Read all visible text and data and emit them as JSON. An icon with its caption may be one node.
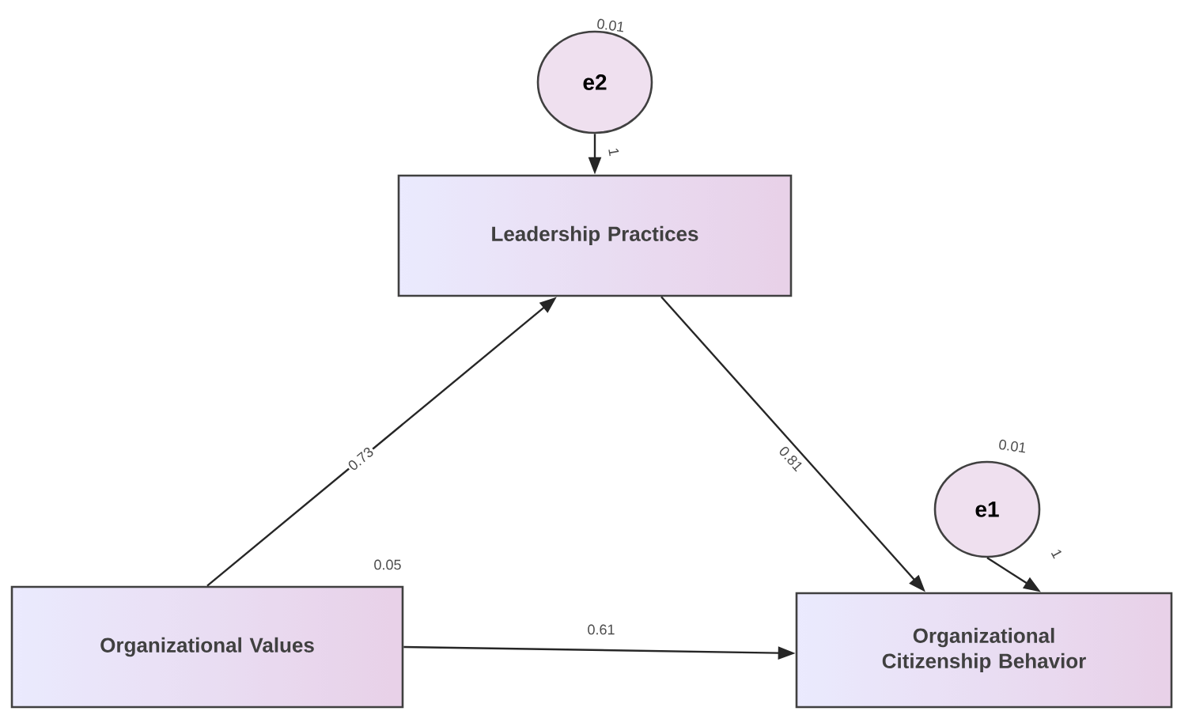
{
  "diagram": {
    "nodes": [
      {
        "text": [
          "e2"
        ],
        "beside": [
          "0.01"
        ]
      },
      {
        "text": [
          "Leadership Practices"
        ]
      },
      {
        "text": [
          "e1"
        ],
        "beside": [
          "0.01"
        ]
      },
      {
        "text": [
          "Organizational Values"
        ],
        "beside": [
          "0.05"
        ]
      },
      {
        "text": [
          "Organizational Citizenship Behavior"
        ]
      }
    ],
    "edges": [
      {
        "from": 0,
        "to": 1,
        "arrow": "to",
        "label": "1"
      },
      {
        "from": 3,
        "to": 1,
        "arrow": "to",
        "label": "0.73"
      },
      {
        "from": 1,
        "to": 4,
        "arrow": "to",
        "label": "0.81"
      },
      {
        "from": 2,
        "to": 4,
        "arrow": "to",
        "label": "1"
      },
      {
        "from": 3,
        "to": 4,
        "arrow": "to",
        "label": "0.61"
      }
    ]
  }
}
